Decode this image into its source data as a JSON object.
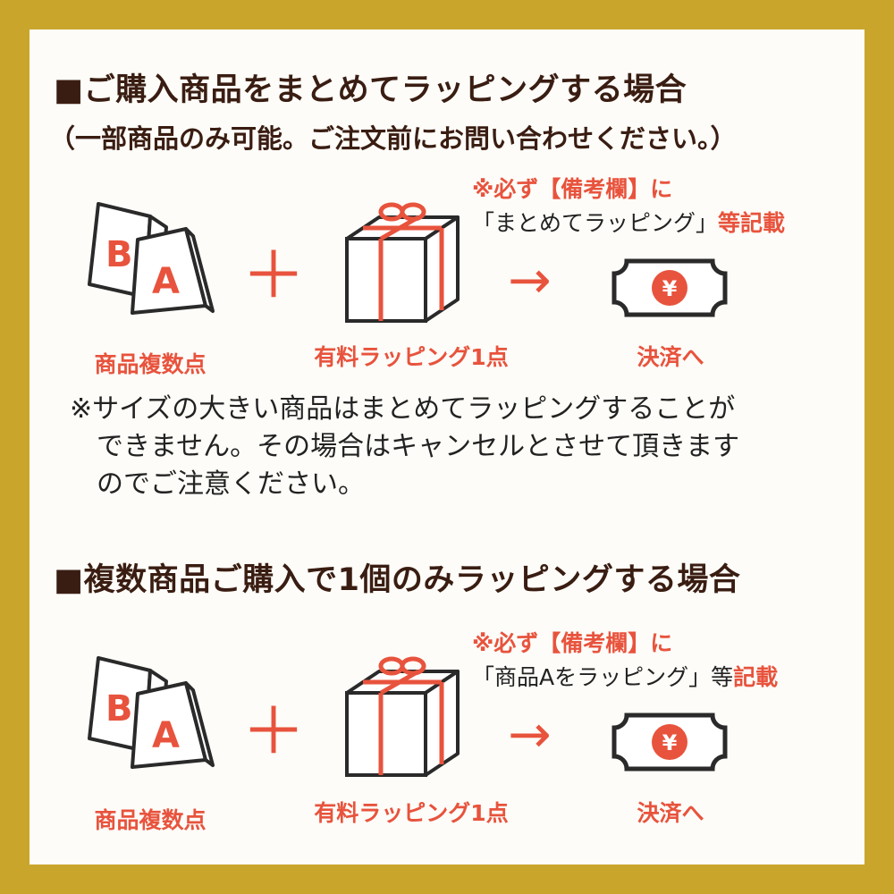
{
  "section1": {
    "title": "■ご購入商品をまとめてラッピングする場合",
    "subtitle": "（一部商品のみ可能。ご注文前にお問い合わせください。）",
    "note_line1": "※必ず【備考欄】に",
    "note_line2_quote": "「まとめてラッピング」",
    "note_line2_suffix": "等記載",
    "label_products": "商品複数点",
    "label_wrapping": "有料ラッピング1点",
    "label_payment": "決済へ",
    "caution_line1": "※サイズの大きい商品はまとめてラッピングすることが",
    "caution_line2": "できません。その場合はキャンセルとさせて頂きます",
    "caution_line3": "のでご注意ください。"
  },
  "section2": {
    "title": "■複数商品ご購入で1個のみラッピングする場合",
    "note_line1": "※必ず【備考欄】に",
    "note_line2_quote": "「商品Aをラッピング」",
    "note_line2_mid": "等",
    "note_line2_suffix": "記載",
    "label_products": "商品複数点",
    "label_wrapping": "有料ラッピング1点",
    "label_payment": "決済へ"
  },
  "icons": {
    "card_letter_back": "B",
    "card_letter_front": "A",
    "plus": "＋",
    "arrow": "→",
    "yen": "¥"
  },
  "colors": {
    "frame": "#c9a52c",
    "heading": "#3a1d12",
    "accent": "#e8533d"
  }
}
